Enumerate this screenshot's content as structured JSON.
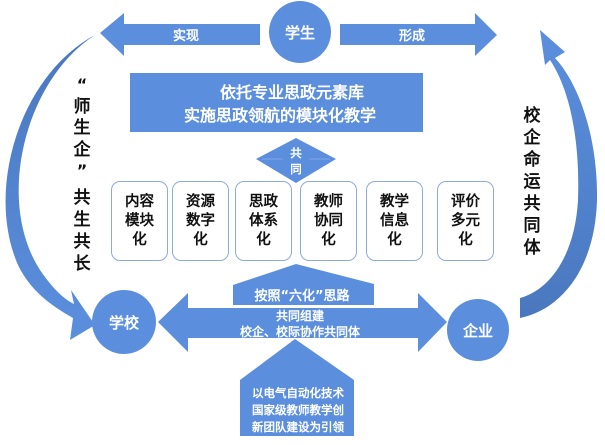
{
  "colors": {
    "primary": "#5b8fde",
    "curve_dark": "#4a78bf",
    "text_on_shape": "#ffffff",
    "text_dark": "#111111",
    "box_border": "#8eaadb"
  },
  "nodes": {
    "student": "学生",
    "school": "学校",
    "enterprise": "企业"
  },
  "arrows": {
    "top_left": "实现",
    "top_right": "形成"
  },
  "main_banner": {
    "line1": "依托专业思政元素库",
    "line2": "实施思政领航的模块化教学"
  },
  "diamond": {
    "line1": "共",
    "line2": "同"
  },
  "boxes": [
    {
      "label": "内容\n模块\n化"
    },
    {
      "label": "资源\n数字\n化"
    },
    {
      "label": "思政\n体系\n化"
    },
    {
      "label": "教师\n协同\n化"
    },
    {
      "label": "教学\n信息\n化"
    },
    {
      "label": "评价\n多元\n化"
    }
  ],
  "six_path_label": "按照“六化”思路",
  "double_arrow": {
    "line1": "共同组建",
    "line2": "校企、校际协作共同体"
  },
  "bottom_pentagon": {
    "line1": "以电气自动化技术",
    "line2": "国家级教师教学创",
    "line3": "新团队建设为引领"
  },
  "left_vertical": [
    "“",
    "师",
    "生",
    "企",
    "”",
    "共",
    "生",
    "共",
    "长"
  ],
  "right_vertical": [
    "校",
    "企",
    "命",
    "运",
    "共",
    "同",
    "体"
  ]
}
